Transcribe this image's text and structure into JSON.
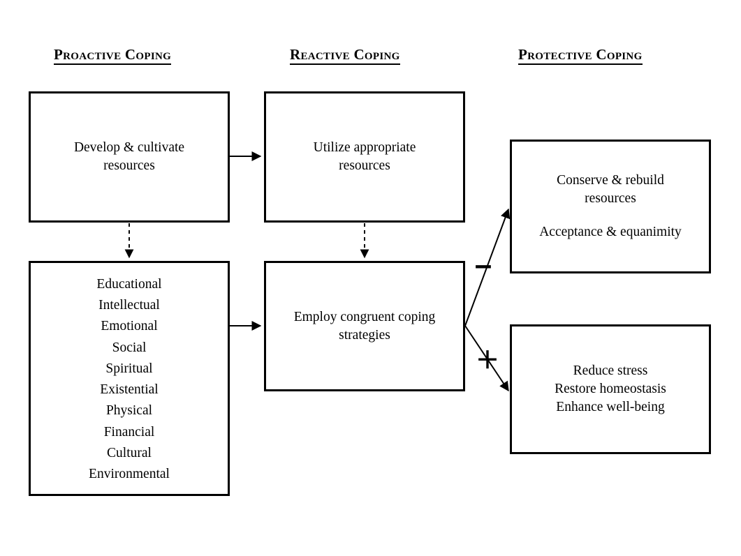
{
  "diagram": {
    "title_columns": [
      {
        "label": "Proactive Coping"
      },
      {
        "label": "Reactive Coping"
      },
      {
        "label": "Protective Coping"
      }
    ],
    "boxes": {
      "develop": {
        "line1": "Develop & cultivate",
        "line2": "resources"
      },
      "utilize": {
        "line1": "Utilize appropriate",
        "line2": "resources"
      },
      "resources_list": {
        "items": [
          "Educational",
          "Intellectual",
          "Emotional",
          "Social",
          "Spiritual",
          "Existential",
          "Physical",
          "Financial",
          "Cultural",
          "Environmental"
        ]
      },
      "employ": {
        "line1": "Employ congruent coping",
        "line2": "strategies"
      },
      "conserve": {
        "line1": "Conserve & rebuild",
        "line2": "resources",
        "line3": "Acceptance & equanimity"
      },
      "reduce": {
        "line1": "Reduce stress",
        "line2": "Restore homeostasis",
        "line3": "Enhance well-being"
      }
    },
    "signs": {
      "negative": "–",
      "positive": "＋"
    },
    "colors": {
      "stroke": "#000000",
      "background": "#ffffff",
      "text": "#000000"
    }
  }
}
